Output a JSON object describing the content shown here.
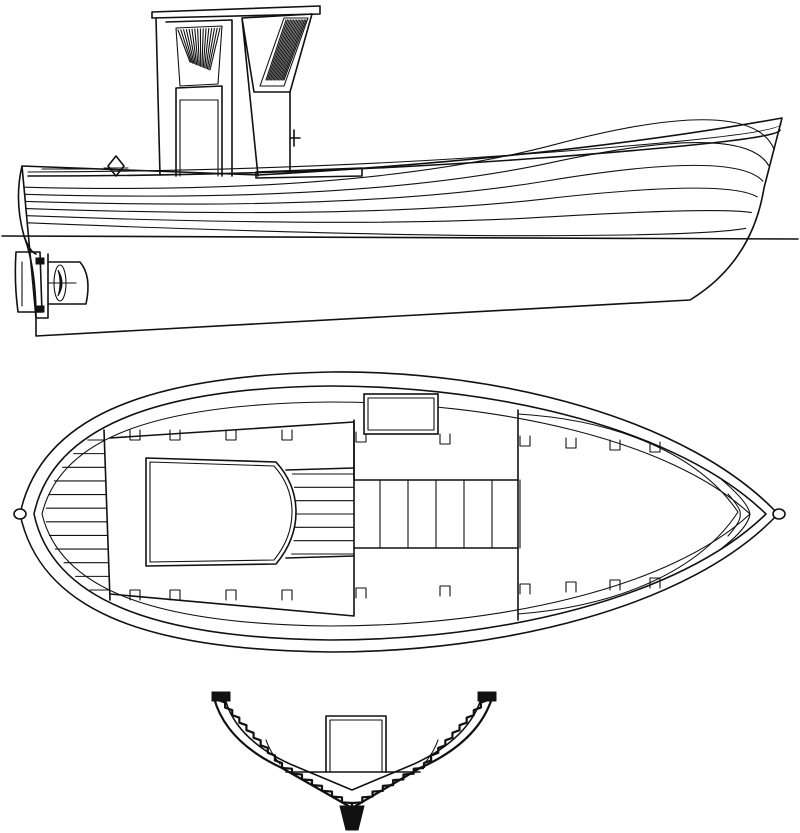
{
  "drawing": {
    "ink_color": "#111111",
    "paper_color": "#ffffff",
    "views": [
      {
        "id": "profile",
        "kind": "side-elevation"
      },
      {
        "id": "plan",
        "kind": "deck-plan"
      },
      {
        "id": "section",
        "kind": "midship-cross-section"
      }
    ],
    "profile": {
      "strake_count": 6
    },
    "plan": {
      "stern_planks": 12,
      "cabin_planks": 7,
      "cockpit_bays": 5
    }
  }
}
